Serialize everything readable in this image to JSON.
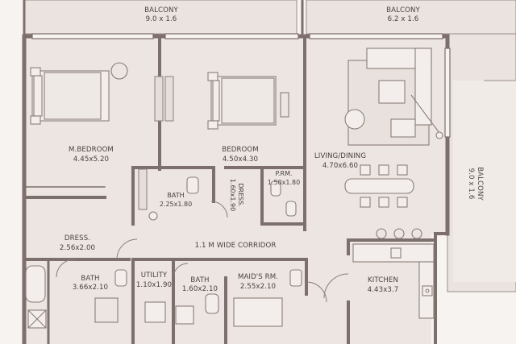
{
  "colors": {
    "background": "#f6f3f1",
    "room_fill": "#ece5e2",
    "wall": "#7d6f6b",
    "fixture": "#8a7d78",
    "balcony_fill": "#ebe3e0"
  },
  "rooms": {
    "balcony_top_left": {
      "name": "BALCONY",
      "size": "9.0 x 1.6"
    },
    "balcony_top_right": {
      "name": "BALCONY",
      "size": "6.2 x 1.6"
    },
    "balcony_right": {
      "name": "BALCONY",
      "size": "9.0 x 1.6"
    },
    "master_bedroom": {
      "name": "M.BEDROOM",
      "size": "4.45x5.20"
    },
    "bedroom": {
      "name": "BEDROOM",
      "size": "4.50x4.30"
    },
    "living_dining": {
      "name": "LIVING/DINING",
      "size": "4.70x6.60"
    },
    "bath_middle": {
      "name": "BATH",
      "size": "2.25x1.80"
    },
    "dress_small": {
      "name": "DRESS.",
      "size": "1.60x1.90"
    },
    "powder_room": {
      "name": "P.RM.",
      "size": "1.50x1.80"
    },
    "dress_large": {
      "name": "DRESS.",
      "size": "2.56x2.00"
    },
    "corridor": {
      "name": "1.1 M WIDE CORRIDOR"
    },
    "bath_left": {
      "name": "BATH",
      "size": "3.66x2.10"
    },
    "utility": {
      "name": "UTILITY",
      "size": "1.10x1.90"
    },
    "bath_maid": {
      "name": "BATH",
      "size": "1.60x2.10"
    },
    "maids_room": {
      "name": "MAID'S RM.",
      "size": "2.55x2.10"
    },
    "kitchen": {
      "name": "KITCHEN",
      "size": "4.43x3.7"
    }
  }
}
